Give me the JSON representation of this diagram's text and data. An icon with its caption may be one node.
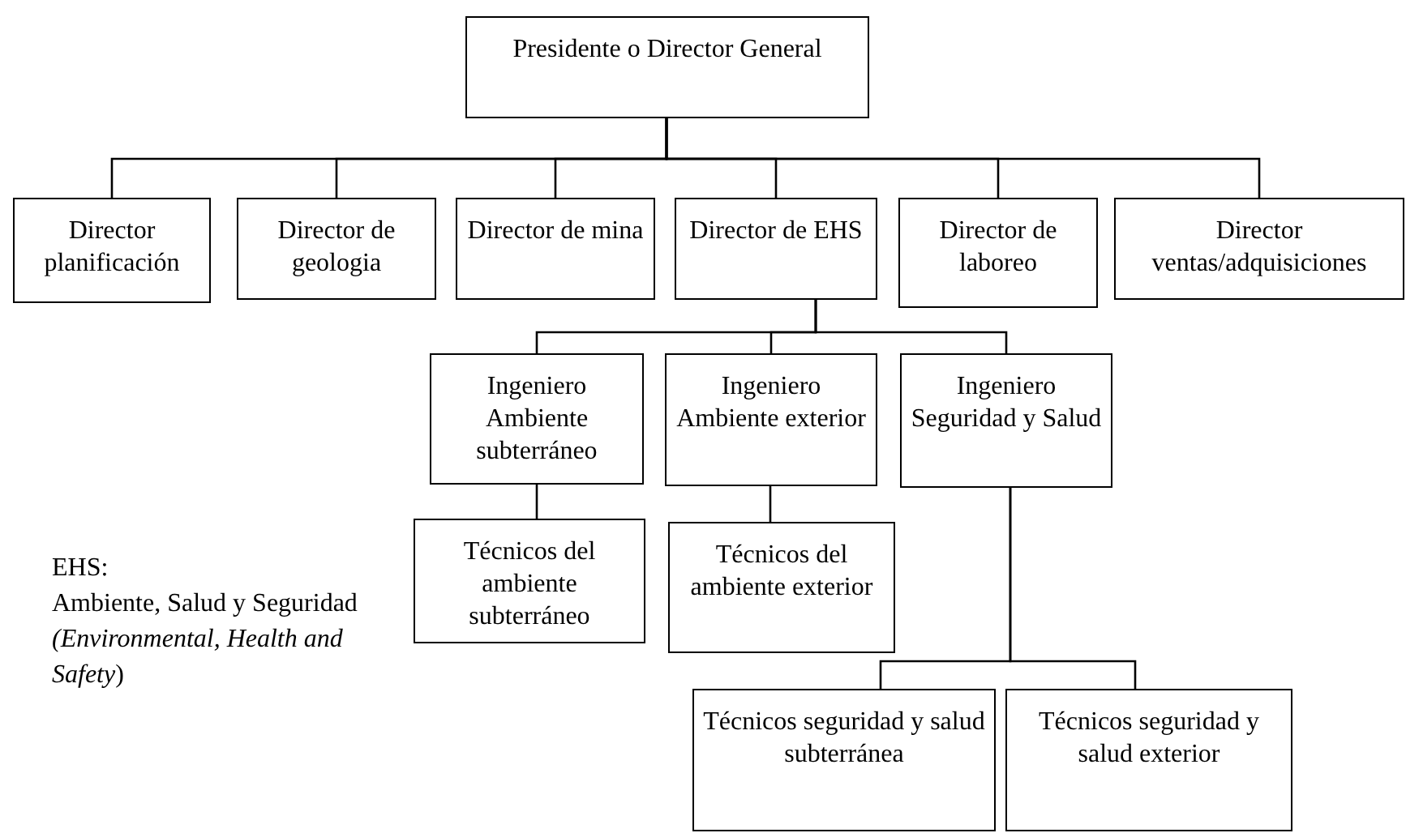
{
  "diagram": {
    "nodes": [
      {
        "text": [
          "Presidente o Director General"
        ]
      },
      {
        "text": [
          "Director planificación"
        ]
      },
      {
        "text": [
          "Director de geologia"
        ]
      },
      {
        "text": [
          "Director de mina"
        ]
      },
      {
        "text": [
          "Director de EHS"
        ]
      },
      {
        "text": [
          "Director de laboreo"
        ]
      },
      {
        "text": [
          "Director ventas/adquisiciones"
        ]
      },
      {
        "text": [
          "Ingeniero Ambiente subterráneo"
        ]
      },
      {
        "text": [
          "Ingeniero Ambiente exterior"
        ]
      },
      {
        "text": [
          "Ingeniero Seguridad y Salud"
        ]
      },
      {
        "text": [
          "Técnicos del ambiente subterráneo"
        ]
      },
      {
        "text": [
          "Técnicos del ambiente exterior"
        ]
      },
      {
        "text": [
          "Técnicos seguridad y salud subterránea"
        ]
      },
      {
        "text": [
          "Técnicos seguridad y salud exterior"
        ]
      }
    ],
    "edges": [
      {
        "from": 0,
        "to": 1,
        "arrow": "none"
      },
      {
        "from": 0,
        "to": 2,
        "arrow": "none"
      },
      {
        "from": 0,
        "to": 3,
        "arrow": "none"
      },
      {
        "from": 0,
        "to": 4,
        "arrow": "none"
      },
      {
        "from": 0,
        "to": 5,
        "arrow": "none"
      },
      {
        "from": 0,
        "to": 6,
        "arrow": "none"
      },
      {
        "from": 4,
        "to": 7,
        "arrow": "none"
      },
      {
        "from": 4,
        "to": 8,
        "arrow": "none"
      },
      {
        "from": 4,
        "to": 9,
        "arrow": "none"
      },
      {
        "from": 7,
        "to": 10,
        "arrow": "none"
      },
      {
        "from": 8,
        "to": 11,
        "arrow": "none"
      },
      {
        "from": 9,
        "to": 12,
        "arrow": "none"
      },
      {
        "from": 9,
        "to": 13,
        "arrow": "none"
      }
    ],
    "labels": [
      "EHS:",
      "Ambiente, Salud y Seguridad",
      "*(Environmental, Health and Safety*)"
    ]
  }
}
